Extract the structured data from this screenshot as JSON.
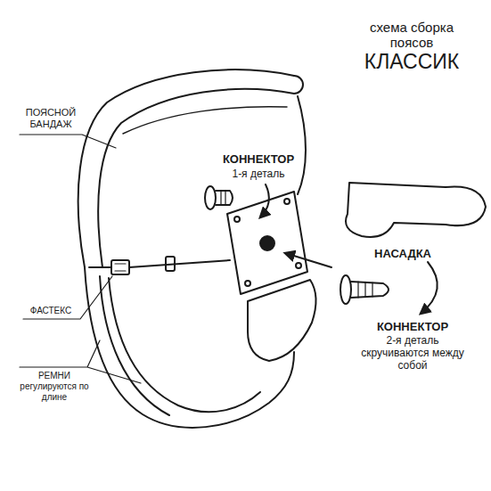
{
  "diagram": {
    "title": "схема сборка поясов",
    "labels": [
      "КЛАССИК",
      "ПОЯСНОЙ БАНДАЖ",
      "КОННЕКТОР",
      "1-я деталь",
      "НАСАДКА",
      "КОННЕКТОР",
      "2-я деталь скручиваются между собой",
      "ФАСТЕКС",
      "РЕМНИ",
      "регулируются по длине"
    ]
  }
}
